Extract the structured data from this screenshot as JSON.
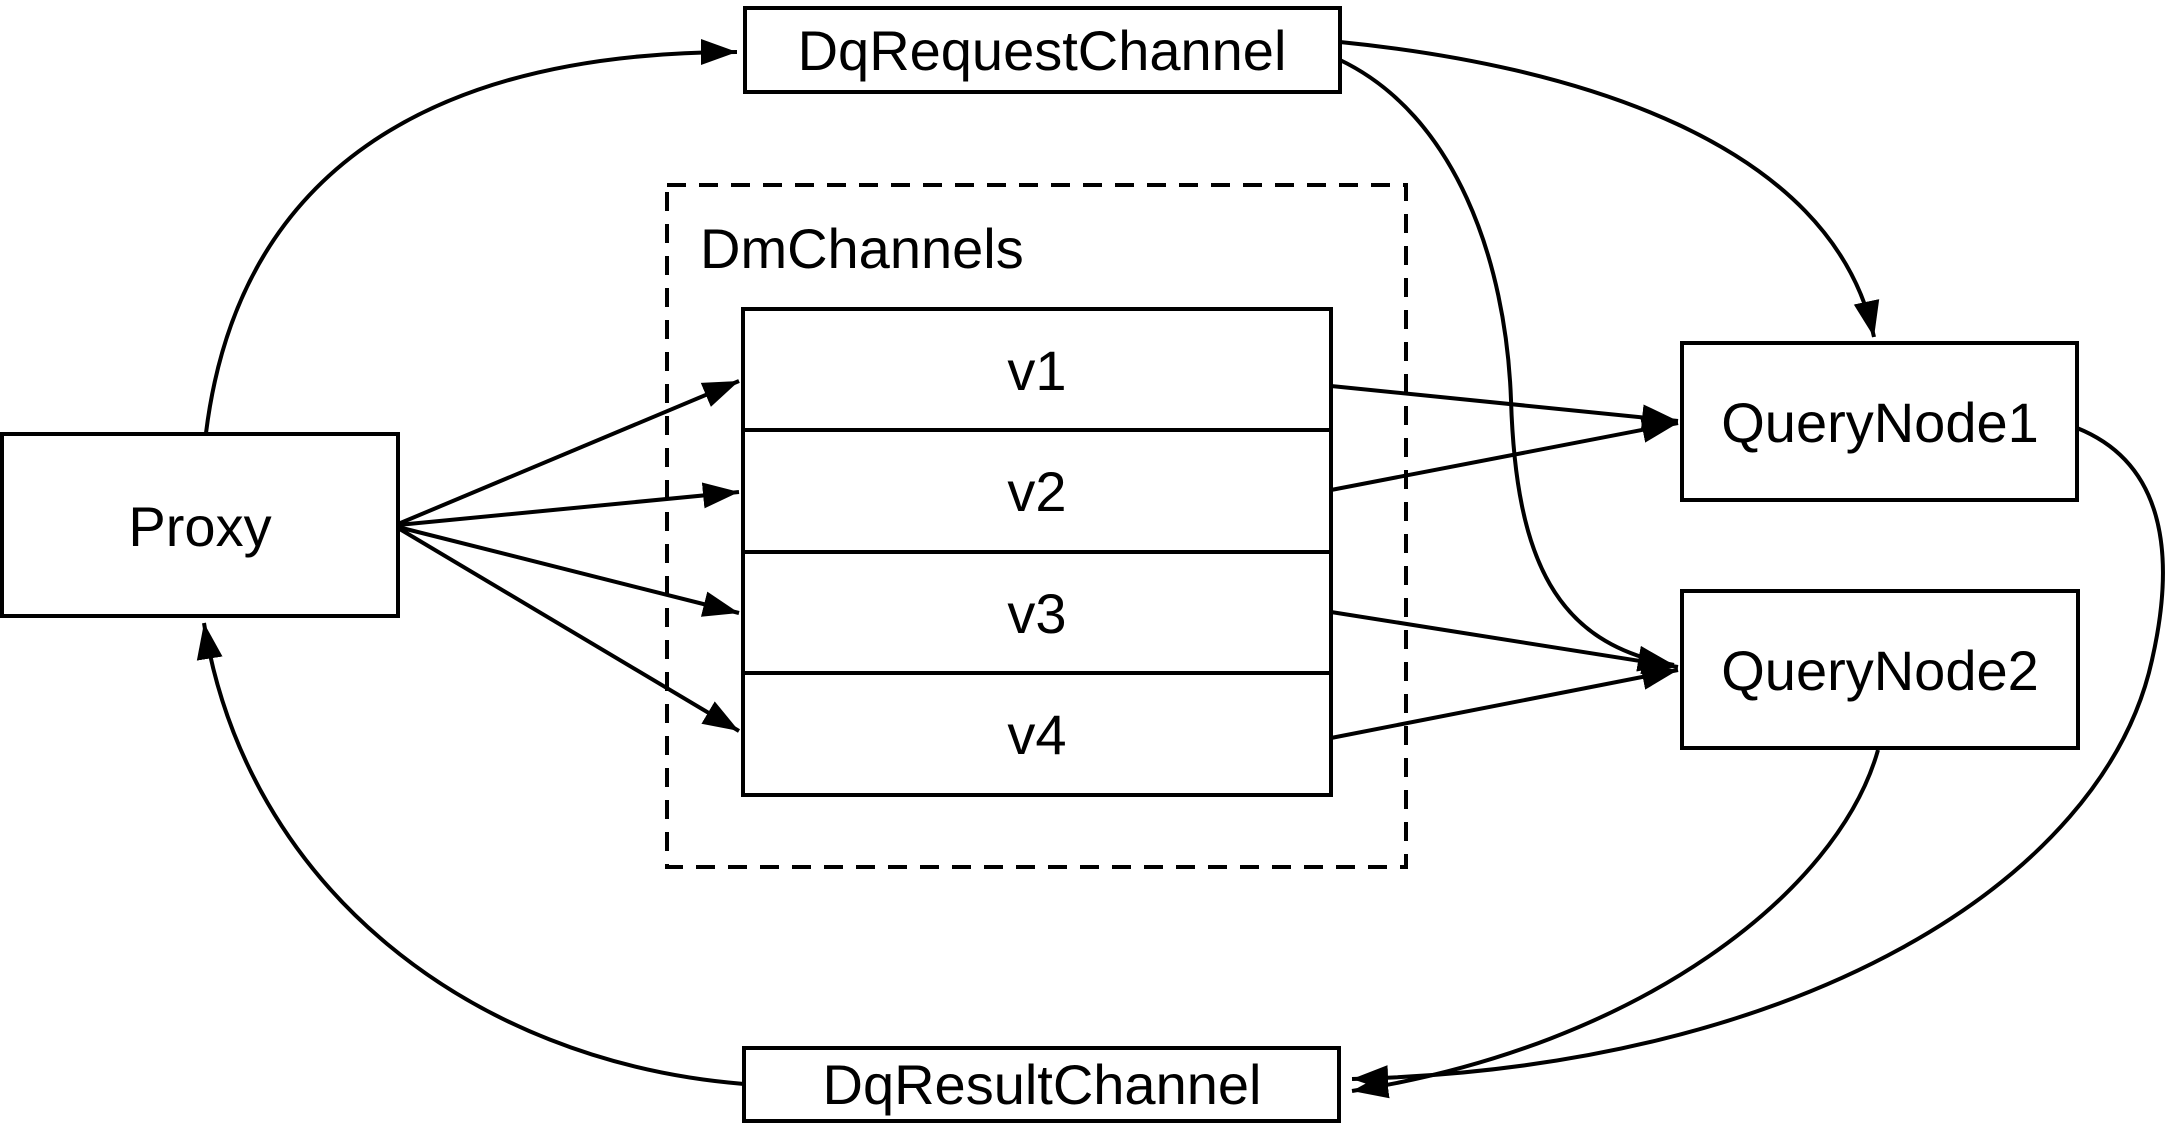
{
  "diagram": {
    "background_color": "#ffffff",
    "stroke_color": "#000000",
    "text_color": "#000000",
    "nodes": {
      "proxy": {
        "label": "Proxy"
      },
      "dq_request_channel": {
        "label": "DqRequestChannel"
      },
      "dm_channels_group": {
        "label": "DmChannels"
      },
      "v1": {
        "label": "v1"
      },
      "v2": {
        "label": "v2"
      },
      "v3": {
        "label": "v3"
      },
      "v4": {
        "label": "v4"
      },
      "query_node1": {
        "label": "QueryNode1"
      },
      "query_node2": {
        "label": "QueryNode2"
      },
      "dq_result_channel": {
        "label": "DqResultChannel"
      }
    },
    "edges": [
      {
        "from": "Proxy",
        "to": "DqRequestChannel"
      },
      {
        "from": "Proxy",
        "to": "v1"
      },
      {
        "from": "Proxy",
        "to": "v2"
      },
      {
        "from": "Proxy",
        "to": "v3"
      },
      {
        "from": "Proxy",
        "to": "v4"
      },
      {
        "from": "v1",
        "to": "QueryNode1"
      },
      {
        "from": "v2",
        "to": "QueryNode1"
      },
      {
        "from": "v3",
        "to": "QueryNode2"
      },
      {
        "from": "v4",
        "to": "QueryNode2"
      },
      {
        "from": "DqRequestChannel",
        "to": "QueryNode1"
      },
      {
        "from": "DqRequestChannel",
        "to": "QueryNode2"
      },
      {
        "from": "QueryNode1",
        "to": "DqResultChannel"
      },
      {
        "from": "QueryNode2",
        "to": "DqResultChannel"
      },
      {
        "from": "DqResultChannel",
        "to": "Proxy"
      }
    ]
  }
}
